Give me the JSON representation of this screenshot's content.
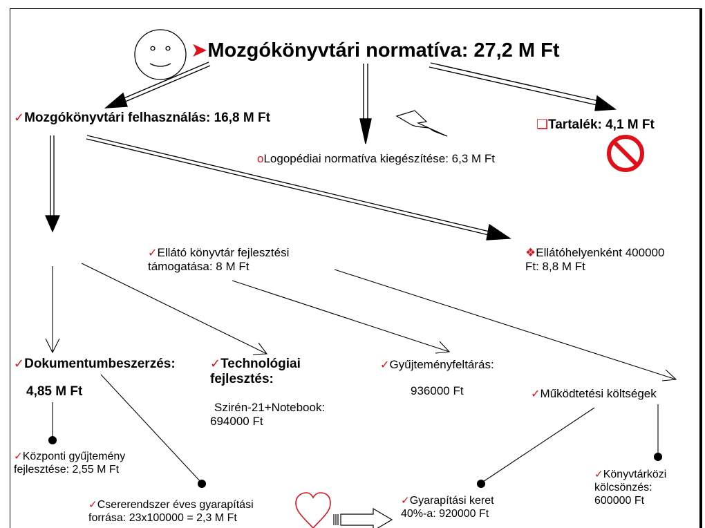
{
  "title": {
    "prefix_marker": "➤",
    "text": "Mozgókönyvtári normatíva: 27,2 M Ft"
  },
  "branches": {
    "mozgo": {
      "check": "✓",
      "text": "Mozgókönyvtári felhasználás: 16,8 M Ft"
    },
    "logopedia": {
      "marker": "o",
      "text": "Logopédiai normatíva kiegészítése: 6,3 M Ft"
    },
    "tartalek": {
      "marker": "❑",
      "text": "Tartalék: 4,1 M Ft"
    }
  },
  "ellato_fejlesztes": {
    "check": "✓",
    "line1": "Ellátó könyvtár fejlesztési",
    "line2": "támogatása: 8 M Ft"
  },
  "ellatohelyenkent": {
    "marker": "❖",
    "line1": "Ellátóhelyenként 400000",
    "line2": "Ft: 8,8 M Ft"
  },
  "dokumentum": {
    "check": "✓",
    "text": "Dokumentumbeszerzés:",
    "value": "4,85 M Ft"
  },
  "technologiai": {
    "check": "✓",
    "line1": "Technológiai",
    "line2": "fejlesztés:",
    "detail1": "Szirén-21+Notebook:",
    "detail2": "694000 Ft"
  },
  "gyujtemenyfeltaras": {
    "check": "✓",
    "text": "Gyűjteményfeltárás:",
    "value": "936000 Ft"
  },
  "mukodtetesi": {
    "check": "✓",
    "text": "Működtetési költségek"
  },
  "kozponti": {
    "check": "✓",
    "line1": "Központi gyűjtemény",
    "line2": "fejlesztése: 2,55 M Ft"
  },
  "csererendszer": {
    "check": "✓",
    "line1": "Csererendszer éves gyarapítási",
    "line2": "forrása: 23x100000 = 2,3 M Ft"
  },
  "gyarapitasi": {
    "check": "✓",
    "line1": "Gyarapítási keret",
    "line2": "40%-a: 920000 Ft"
  },
  "konyvtarkozi": {
    "check": "✓",
    "line1": "Könyvtárközi",
    "line2": "kölcsönzés:",
    "line3": "600000 Ft"
  },
  "colors": {
    "accent_red": "#e0101a",
    "no_sign": "#e0101a",
    "text": "#000000"
  },
  "icons": [
    "smiley-icon",
    "lightning-icon",
    "no-sign-icon",
    "heart-icon",
    "block-arrow-icon"
  ]
}
